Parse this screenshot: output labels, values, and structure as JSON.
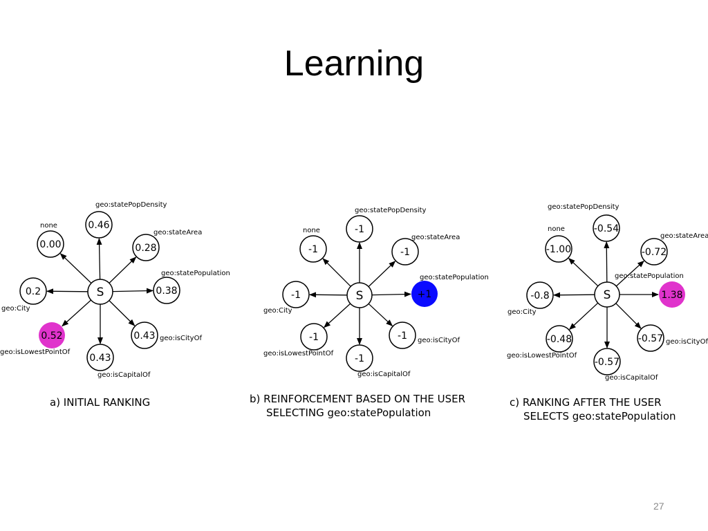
{
  "title": "Learning",
  "page_number": "27",
  "colors": {
    "highlight_magenta": "#e033cc",
    "highlight_blue": "#0b0bff"
  },
  "diagrams": [
    {
      "id": "a",
      "caption_line1": "a) INITIAL RANKING",
      "caption_line2": "",
      "center": "S",
      "nodes": [
        {
          "label": "geo:statePopDensity",
          "value": "0.46",
          "fill": "white"
        },
        {
          "label": "geo:stateArea",
          "value": "0.28",
          "fill": "white"
        },
        {
          "label": "geo:statePopulation",
          "value": "0.38",
          "fill": "white"
        },
        {
          "label": "geo:isCityOf",
          "value": "0.43",
          "fill": "white"
        },
        {
          "label": "geo:isCapitalOf",
          "value": "0.43",
          "fill": "white"
        },
        {
          "label": "geo:isLowestPointOf",
          "value": "0.52",
          "fill": "magenta"
        },
        {
          "label": "geo:City",
          "value": "0.2",
          "fill": "white"
        },
        {
          "label": "none",
          "value": "0.00",
          "fill": "white"
        }
      ]
    },
    {
      "id": "b",
      "caption_line1": "b) REINFORCEMENT BASED ON THE USER",
      "caption_line2": "SELECTING geo:statePopulation",
      "center": "S",
      "nodes": [
        {
          "label": "geo:statePopDensity",
          "value": "-1",
          "fill": "white"
        },
        {
          "label": "geo:stateArea",
          "value": "-1",
          "fill": "white"
        },
        {
          "label": "geo:statePopulation",
          "value": "+1",
          "fill": "blue"
        },
        {
          "label": "geo:isCityOf",
          "value": "-1",
          "fill": "white"
        },
        {
          "label": "geo:isCapitalOf",
          "value": "-1",
          "fill": "white"
        },
        {
          "label": "geo:isLowestPointOf",
          "value": "-1",
          "fill": "white"
        },
        {
          "label": "geo:City",
          "value": "-1",
          "fill": "white"
        },
        {
          "label": "none",
          "value": "-1",
          "fill": "white"
        }
      ]
    },
    {
      "id": "c",
      "caption_line1": "c) RANKING AFTER THE USER",
      "caption_line2": "SELECTS geo:statePopulation",
      "center": "S",
      "nodes": [
        {
          "label": "geo:statePopDensity",
          "value": "-0.54",
          "fill": "white"
        },
        {
          "label": "geo:stateArea",
          "value": "-0.72",
          "fill": "white"
        },
        {
          "label": "geo:statePopulation",
          "value": "1.38",
          "fill": "magenta"
        },
        {
          "label": "geo:isCityOf",
          "value": "-0.57",
          "fill": "white"
        },
        {
          "label": "geo:isCapitalOf",
          "value": "-0.57",
          "fill": "white"
        },
        {
          "label": "geo:isLowestPointOf",
          "value": "-0.48",
          "fill": "white"
        },
        {
          "label": "geo:City",
          "value": "-0.8",
          "fill": "white"
        },
        {
          "label": "none",
          "value": "-1.00",
          "fill": "white"
        }
      ]
    }
  ]
}
